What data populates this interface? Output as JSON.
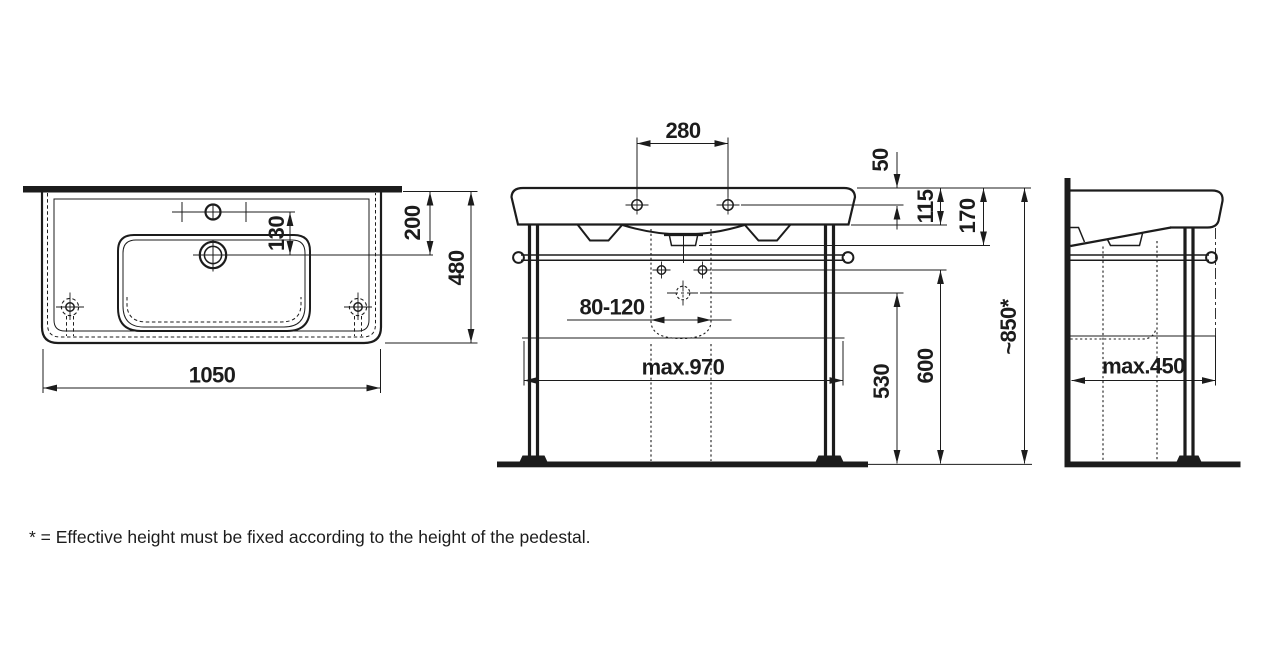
{
  "drawing": {
    "type": "washbasin-installation-drawing",
    "line_color": "#1c1c1c",
    "background": "#ffffff"
  },
  "dimensions": {
    "top_view": {
      "width": "1050",
      "depth": "480",
      "drain_setback": "200",
      "tap_to_drain": "130"
    },
    "front_view": {
      "fixing_hole_spacing": "280",
      "top_to_tap_hole": "50",
      "apron_height": "115",
      "top_to_trap": "170",
      "drain_range": "80-120",
      "max_frame_width": "max.970",
      "trap_height": "530",
      "fixing_height": "600",
      "overall_height": "~850*"
    },
    "side_view": {
      "max_depth": "max.450"
    }
  },
  "footnote": "* = Effective height must be fixed according to the height of the pedestal."
}
